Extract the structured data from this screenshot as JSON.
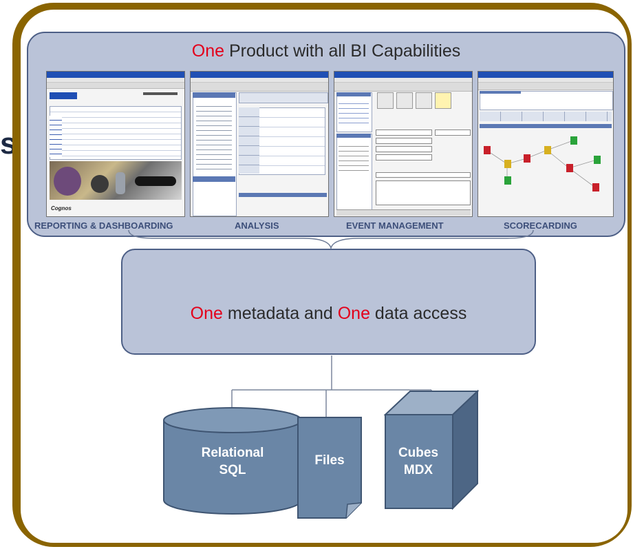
{
  "title": {
    "emph": "One",
    "rest": " Product with all BI Capabilities"
  },
  "capabilities": [
    {
      "label": "REPORTING & DASHBOARDING"
    },
    {
      "label": "ANALYSIS"
    },
    {
      "label": "EVENT MANAGEMENT"
    },
    {
      "label": "SCORECARDING"
    }
  ],
  "metadata": {
    "emph1": "One",
    "mid": " metadata and ",
    "emph2": "One",
    "rest": " data access"
  },
  "sources": [
    {
      "line1": "Relational",
      "line2": "SQL"
    },
    {
      "line1": "Files"
    },
    {
      "line1": "Cubes",
      "line2": "MDX"
    }
  ],
  "edge_letter": "s",
  "colors": {
    "frame": "#8a6400",
    "panel": "#bac3d8",
    "panel_border": "#4d5f86",
    "shape_fill": "#6a86a6",
    "emphasis": "#e3001b",
    "caption": "#3d4f7a"
  }
}
